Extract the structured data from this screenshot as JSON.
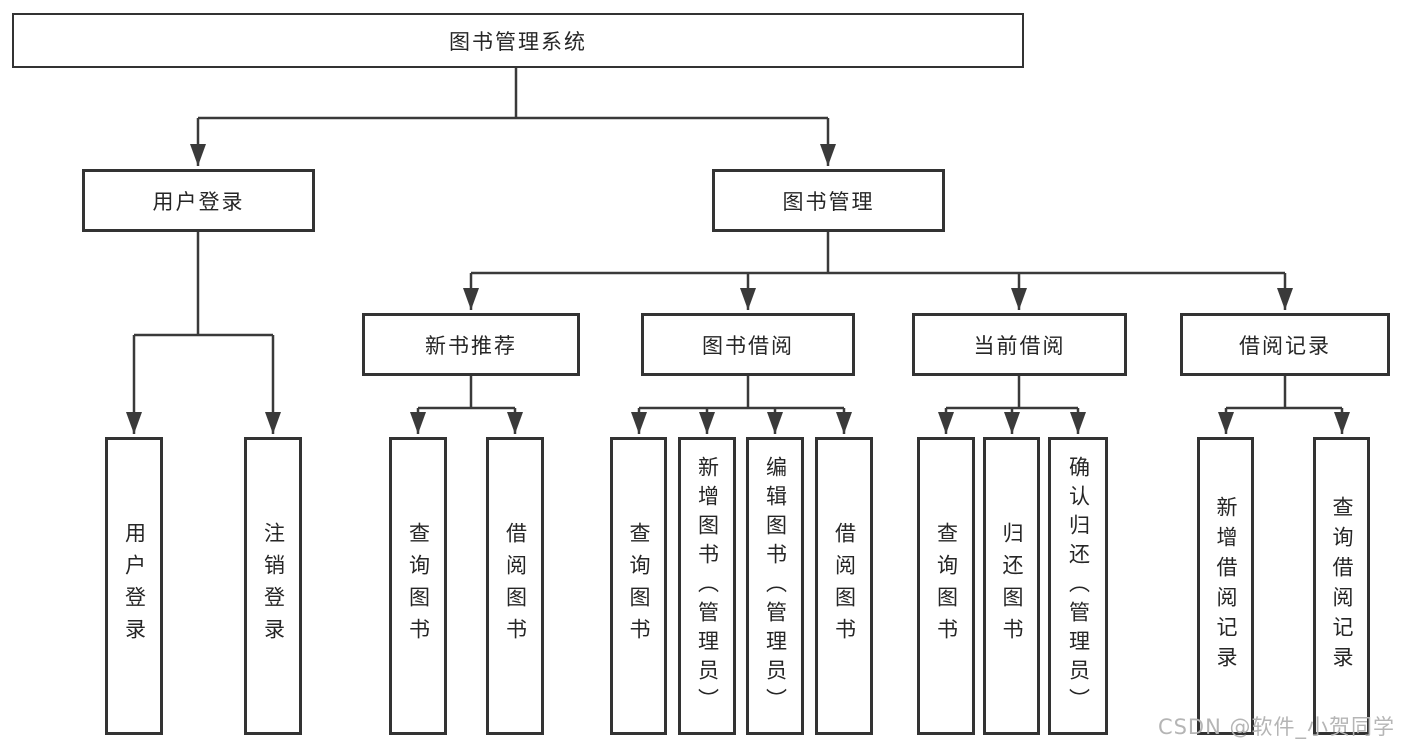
{
  "tree": {
    "root": {
      "label": "图书管理系统"
    },
    "branches": [
      {
        "label": "用户登录",
        "children": [
          {
            "label": "用户登录"
          },
          {
            "label": "注销登录"
          }
        ]
      },
      {
        "label": "图书管理",
        "children": [
          {
            "label": "新书推荐",
            "children": [
              {
                "label": "查询图书"
              },
              {
                "label": "借阅图书"
              }
            ]
          },
          {
            "label": "图书借阅",
            "children": [
              {
                "label": "查询图书"
              },
              {
                "label": "新增图书（管理员）"
              },
              {
                "label": "编辑图书（管理员）"
              },
              {
                "label": "借阅图书"
              }
            ]
          },
          {
            "label": "当前借阅",
            "children": [
              {
                "label": "查询图书"
              },
              {
                "label": "归还图书"
              },
              {
                "label": "确认归还（管理员）"
              }
            ]
          },
          {
            "label": "借阅记录",
            "children": [
              {
                "label": "新增借阅记录"
              },
              {
                "label": "查询借阅记录"
              }
            ]
          }
        ]
      }
    ]
  },
  "watermark": {
    "text": "CSDN @软件_小贺同学"
  }
}
